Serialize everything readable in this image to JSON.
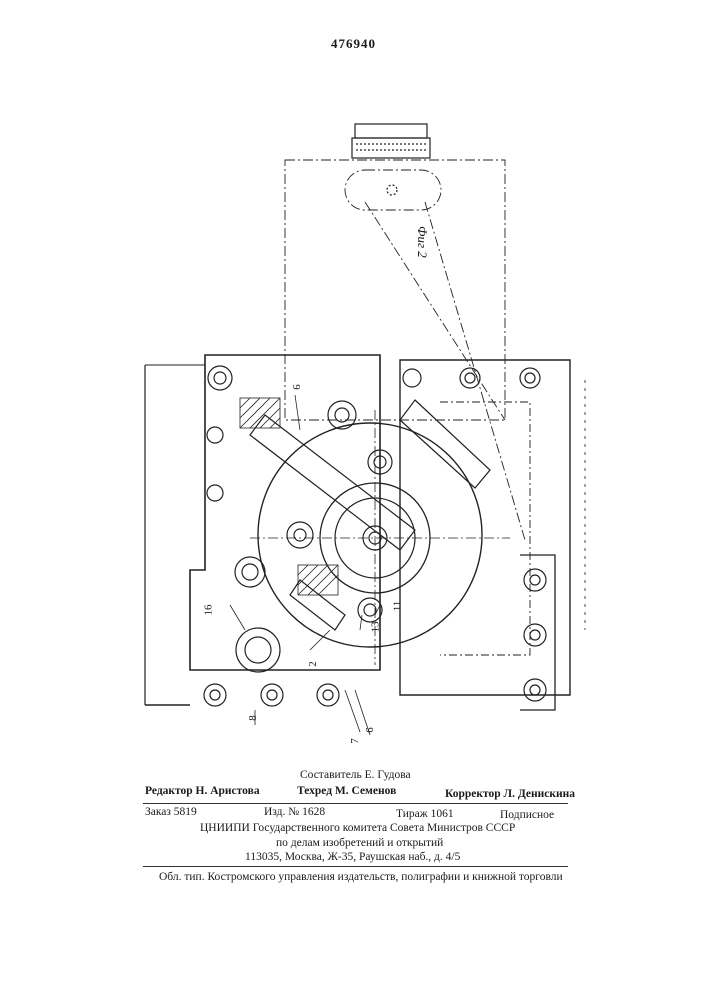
{
  "document": {
    "patent_number": "476940"
  },
  "drawing": {
    "figure_label": "Фиг 2",
    "callouts": [
      "9",
      "16",
      "2",
      "11",
      "13",
      "8",
      "7",
      "6"
    ]
  },
  "imprint": {
    "compiler": "Составитель Е. Гудова",
    "editor": "Редактор Н. Аристова",
    "techred": "Техред М. Семенов",
    "corrector": "Корректор Л. Денискина",
    "order": "Заказ 5819",
    "edition": "Изд. № 1628",
    "print_run": "Тираж 1061",
    "subscription": "Подписное",
    "org_line1": "ЦНИИПИ Государственного комитета Совета Министров СССР",
    "org_line2": "по делам изобретений и открытий",
    "address": "113035, Москва, Ж-35, Раушская наб., д. 4/5",
    "printer": "Обл. тип. Костромского управления издательств, полиграфии и книжной торговли"
  }
}
